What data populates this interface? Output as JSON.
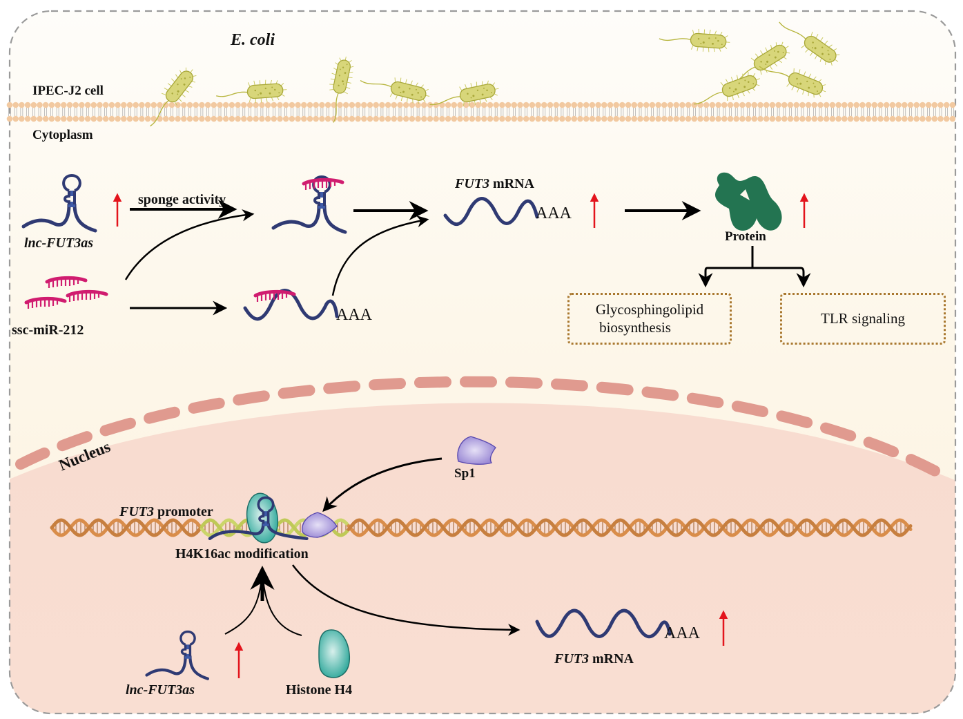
{
  "title": "lnc-FUT3as / ssc-miR-212 / FUT3 regulation in IPEC-J2 cells during E. coli infection",
  "colors": {
    "outer_border": "#9a9a9a",
    "cytoplasm_bg": "#fdf5e4",
    "nucleus_bg": "#f8dccf",
    "nuclear_envelope": "#e09a8f",
    "membrane_head": "#f2c9a0",
    "bacteria": "#d8d67a",
    "bacteria_edge": "#a9a83a",
    "rna": "#2f3a73",
    "rna_stem": "#3e5aa8",
    "mirna": "#d01c6f",
    "up_arrow": "#e3141c",
    "protein": "#237451",
    "histone": "#3fb3a6",
    "sp1": "#9c8ad6",
    "dna": "#d98d4a",
    "dna_promoter": "#cbd56a",
    "pathway_box_border": "#a9782f"
  },
  "extracellular": {
    "organism_label": "E. coli",
    "bacteria_count": 10
  },
  "membrane": {
    "cell_label": "IPEC-J2 cell",
    "cytoplasm_label": "Cytoplasm"
  },
  "cytoplasm": {
    "lncrna_label": "lnc-FUT3as",
    "mirna_label": "ssc-miR-212",
    "sponge_label": "sponge activity",
    "mrna_label_gene": "FUT3",
    "mrna_label_rest": " mRNA",
    "polya": "AAA",
    "polya_bound": "AAA",
    "protein_label": "Protein",
    "pathways": [
      {
        "line1": "Glycosphingolipid",
        "line2": " biosynthesis"
      },
      {
        "line1": "TLR signaling",
        "line2": ""
      }
    ]
  },
  "nucleus": {
    "label": "Nucleus",
    "sp1_label": "Sp1",
    "promoter_gene": "FUT3",
    "promoter_rest": " promoter",
    "modification_label": "H4K16ac modification",
    "lncrna_label": "lnc-FUT3as",
    "histone_label": "Histone H4",
    "mrna_gene": "FUT3",
    "mrna_rest": " mRNA",
    "polya": "AAA"
  },
  "regulation": {
    "lncrna_cyto": "up",
    "fut3_mrna_cyto": "up",
    "protein": "up",
    "lncrna_nucleus": "up",
    "fut3_mrna_nucleus": "up"
  }
}
